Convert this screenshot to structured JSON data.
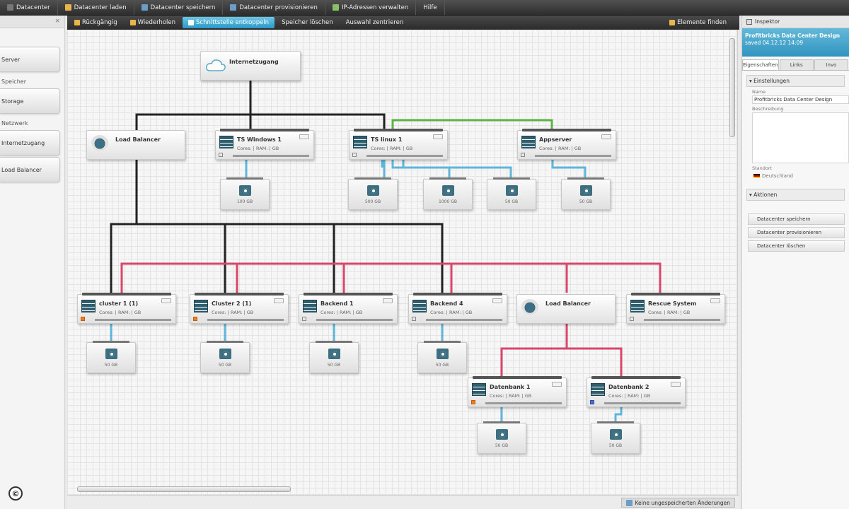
{
  "menubar": [
    {
      "label": "Datacenter",
      "icon": "datacenter-icon",
      "color": "#666"
    },
    {
      "label": "Datacenter laden",
      "icon": "folder-icon",
      "color": "#e8b64a"
    },
    {
      "label": "Datacenter speichern",
      "icon": "save-icon",
      "color": "#6a9ec8"
    },
    {
      "label": "Datacenter provisionieren",
      "icon": "provision-icon",
      "color": "#6a9ec8"
    },
    {
      "label": "IP-Adressen verwalten",
      "icon": "ip-icon",
      "color": "#8ac068"
    },
    {
      "label": "Hilfe",
      "icon": "help-icon",
      "color": "#999"
    }
  ],
  "toolbar": {
    "items": [
      {
        "label": "Rückgängig",
        "active": false
      },
      {
        "label": "Wiederholen",
        "active": false
      },
      {
        "label": "Schnittstelle entkoppeln",
        "active": true
      },
      {
        "label": "Speicher löschen",
        "active": false
      },
      {
        "label": "Auswahl zentrieren",
        "active": false
      }
    ],
    "right": "Elemente finden"
  },
  "palette": {
    "sections": [
      {
        "heading": "",
        "items": [
          "Server"
        ]
      },
      {
        "heading": "Speicher",
        "items": [
          "Storage"
        ]
      },
      {
        "heading": "Netzwerk",
        "items": [
          "Internetzugang",
          "Load Balancer"
        ]
      }
    ]
  },
  "nodes": {
    "internet": {
      "title": "Internetzugang"
    },
    "lb_top": {
      "title": "Load Balancer"
    },
    "ts_windows": {
      "title": "TS Windows 1",
      "sub": "Cores: | RAM: | GB"
    },
    "ts_linux": {
      "title": "TS linux 1",
      "sub": "Cores: | RAM: | GB"
    },
    "appserver": {
      "title": "Appserver",
      "sub": "Cores: | RAM: | GB"
    },
    "cluster1": {
      "title": "cluster 1 (1)",
      "sub": "Cores: | RAM: | GB"
    },
    "cluster2": {
      "title": "Cluster 2 (1)",
      "sub": "Cores: | RAM: | GB"
    },
    "backend1": {
      "title": "Backend 1",
      "sub": "Cores: | RAM: | GB"
    },
    "backend4": {
      "title": "Backend 4",
      "sub": "Cores: | RAM: | GB"
    },
    "lb_mid": {
      "title": "Load Balancer"
    },
    "rescue": {
      "title": "Rescue System",
      "sub": "Cores: | RAM: | GB"
    },
    "db1": {
      "title": "Datenbank 1",
      "sub": "Cores: | RAM: | GB"
    },
    "db2": {
      "title": "Datenbank 2",
      "sub": "Cores: | RAM: | GB"
    }
  },
  "disks": {
    "d1": "100 GB",
    "d2": "500 GB",
    "d3": "1000 GB",
    "d4": "50 GB",
    "d5": "50 GB",
    "d6": "50 GB",
    "d7": "50 GB",
    "d8": "50 GB",
    "d9": "50 GB",
    "d10": "50 GB",
    "d11": "50 GB"
  },
  "status": {
    "text": "Keine ungespeicherten Änderungen"
  },
  "inspector": {
    "title": "Inspektor",
    "header_line1": "Profitbricks Data Center Design",
    "header_line2": "saved 04.12.12 14:09",
    "tabs": [
      {
        "label": "Eigenschaften",
        "active": true
      },
      {
        "label": "Links",
        "active": false
      },
      {
        "label": "Invo",
        "active": false
      }
    ],
    "settings_title": "Einstellungen",
    "name_label": "Name",
    "name_value": "Profitbricks Data Center Design",
    "desc_label": "Beschreibung",
    "location_label": "Standort",
    "location_value": "Deutschland",
    "actions_title": "Aktionen",
    "actions": [
      "Datacenter speichern",
      "Datacenter provisionieren",
      "Datacenter löschen"
    ]
  },
  "colors": {
    "accent": "#2b98c8",
    "link_black": "#222222",
    "link_red": "#d9456b",
    "link_green": "#5cb447",
    "link_blue": "#5fb6da",
    "status_orange": "#f07d1e"
  },
  "copyright_symbol": "©"
}
